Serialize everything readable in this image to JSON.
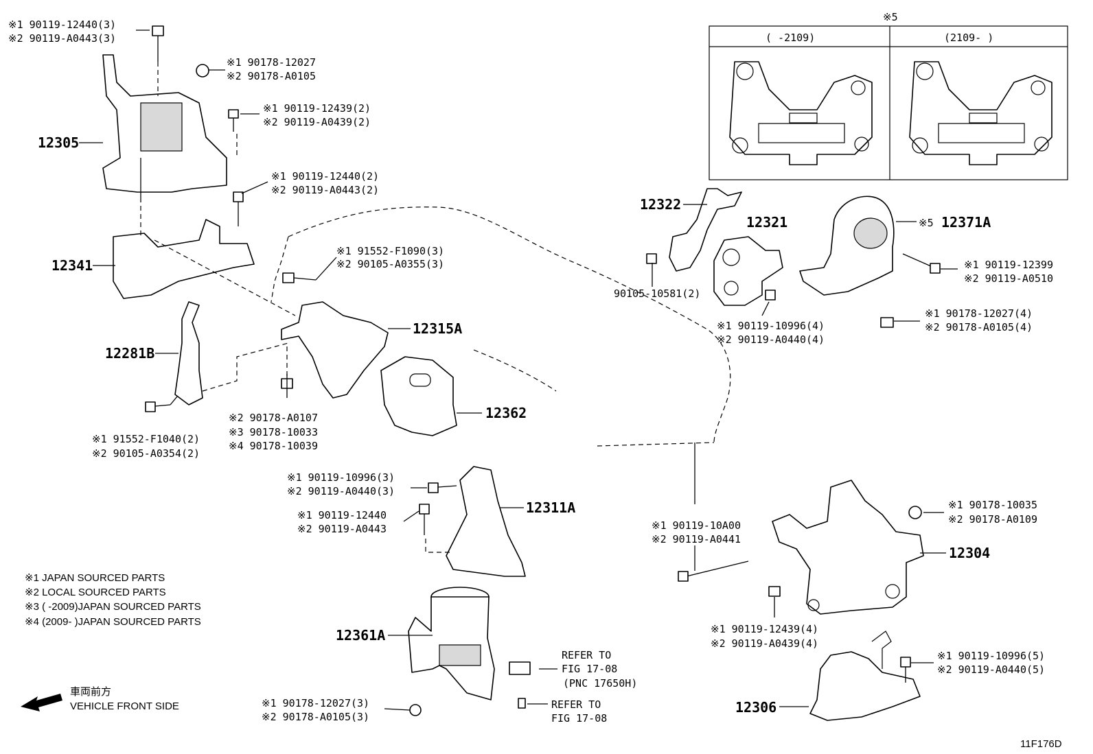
{
  "callouts": {
    "c01": "※1 90119-12440(3)",
    "c02": "※2 90119-A0443(3)",
    "c03": "※1 90178-12027",
    "c04": "※2 90178-A0105",
    "c05": "※1 90119-12439(2)",
    "c06": "※2 90119-A0439(2)",
    "c07": "※1 90119-12440(2)",
    "c08": "※2 90119-A0443(2)",
    "c09": "※1 91552-F1090(3)",
    "c10": "※2 90105-A0355(3)",
    "c11": "※2 90178-A0107",
    "c12": "※3 90178-10033",
    "c13": "※4 90178-10039",
    "c14": "※1 91552-F1040(2)",
    "c15": "※2 90105-A0354(2)",
    "c16": "※1 90119-10996(3)",
    "c17": "※2 90119-A0440(3)",
    "c18": "※1 90119-12440",
    "c19": "※2 90119-A0443",
    "c20": "※1 90178-12027(3)",
    "c21": "※2 90178-A0105(3)",
    "c22": "90105-10581(2)",
    "c23": "※1 90119-10996(4)",
    "c24": "※2 90119-A0440(4)",
    "c25": "※1 90119-12399",
    "c26": "※2 90119-A0510",
    "c27": "※1 90178-12027(4)",
    "c28": "※2 90178-A0105(4)",
    "c29": "※1 90119-10A00",
    "c30": "※2 90119-A0441",
    "c31": "※1 90178-10035",
    "c32": "※2 90178-A0109",
    "c33": "※1 90119-12439(4)",
    "c34": "※2 90119-A0439(4)",
    "c35": "※1 90119-10996(5)",
    "c36": "※2 90119-A0440(5)"
  },
  "parts": {
    "p12305": "12305",
    "p12341": "12341",
    "p12281B": "12281B",
    "p12315A": "12315A",
    "p12362": "12362",
    "p12311A": "12311A",
    "p12361A": "12361A",
    "p12322": "12322",
    "p12321": "12321",
    "p12371A": "12371A",
    "p12371A_mark": "※5",
    "p12304": "12304",
    "p12306": "12306"
  },
  "inset": {
    "title": "※5",
    "col_left": "(      -2109)",
    "col_right": "(2109-      )"
  },
  "refer": {
    "r1_l1": "REFER TO",
    "r1_l2": "FIG 17-08",
    "r1_l3": "(PNC 17650H)",
    "r2_l1": "REFER TO",
    "r2_l2": "FIG 17-08"
  },
  "legend": {
    "l1": "※1  JAPAN SOURCED PARTS",
    "l2": "※2  LOCAL SOURCED PARTS",
    "l3": "※3 (        -2009)JAPAN SOURCED PARTS",
    "l4": "※4 (2009-        )JAPAN SOURCED PARTS"
  },
  "front": {
    "jp": "車両前方",
    "en": "VEHICLE FRONT SIDE"
  },
  "figure_code": "11F176D"
}
